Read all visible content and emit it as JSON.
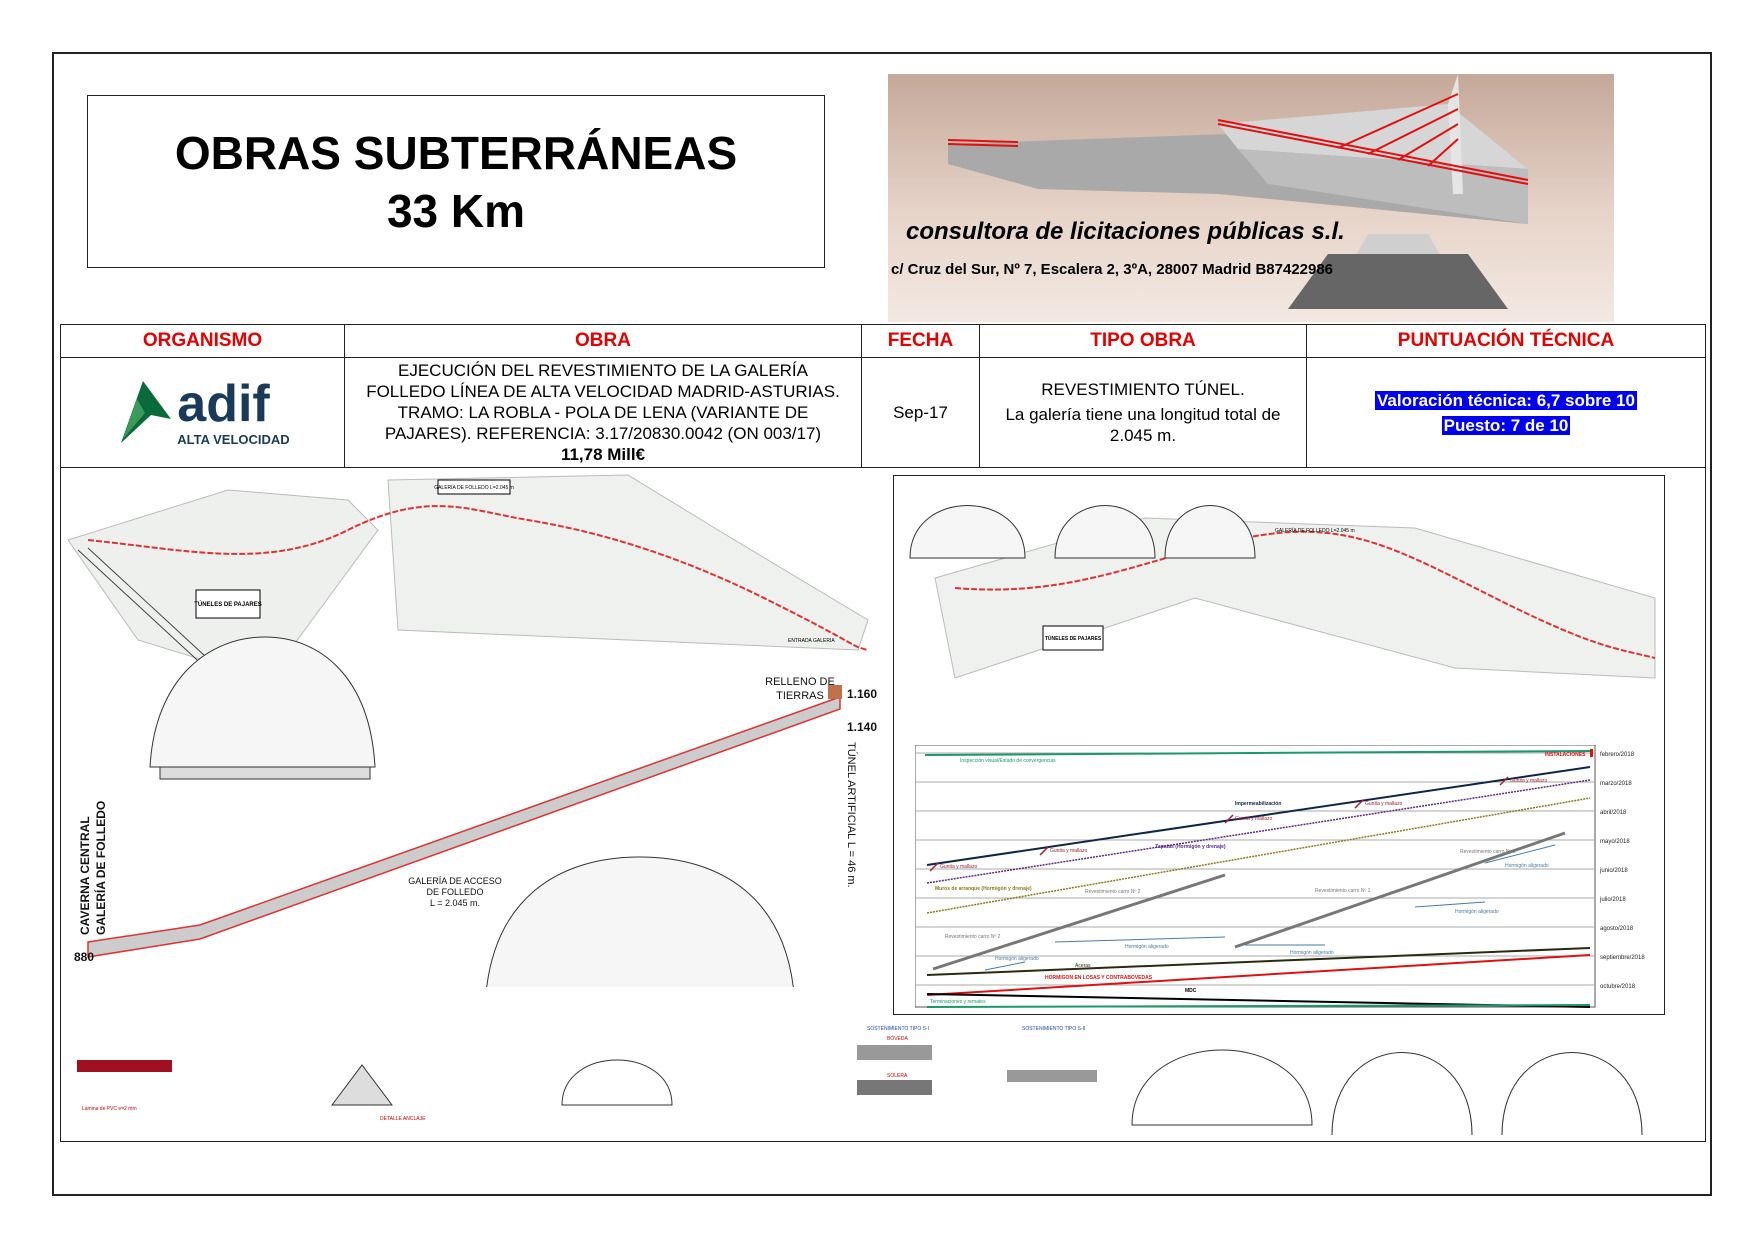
{
  "title": {
    "line1": "OBRAS SUBTERRÁNEAS",
    "line2": "33 Km"
  },
  "banner": {
    "company": "consultora de licitaciones públicas s.l.",
    "address": "c/ Cruz del Sur, Nº 7, Escalera 2, 3ºA, 28007 Madrid B87422986"
  },
  "table": {
    "headers": [
      "ORGANISMO",
      "OBRA",
      "FECHA",
      "TIPO OBRA",
      "PUNTUACIÓN TÉCNICA"
    ],
    "organismo": {
      "logo_text": "adif",
      "logo_sub": "ALTA VELOCIDAD"
    },
    "obra": {
      "text": "EJECUCIÓN DEL REVESTIMIENTO DE LA GALERÍA FOLLEDO LÍNEA DE ALTA VELOCIDAD MADRID-ASTURIAS. TRAMO: LA ROBLA - POLA DE LENA (VARIANTE DE PAJARES). REFERENCIA: 3.17/20830.0042 (ON 003/17)",
      "amount": "11,78 Mill€"
    },
    "fecha": "Sep-17",
    "tipo": {
      "line1": "REVESTIMIENTO TÚNEL.",
      "line2": "La galería tiene una longitud total de 2.045 m."
    },
    "puntuacion": {
      "valoracion": "Valoración técnica: 6,7 sobre 10",
      "puesto": "Puesto: 7 de 10"
    }
  },
  "drawings": {
    "map_left": {
      "tuneles": "TÚNELES DE PAJARES",
      "galeria": "GALERÍA DE FOLLEDO L=2.045 m",
      "entrada": "ENTRADA GALERIA"
    },
    "profile": {
      "relleno": "RELLENO DE TIERRAS",
      "elev_top": "1.160",
      "elev_mid": "1.140",
      "tunel_artificial": "TÚNEL ARTIFICIAL L = 46 m.",
      "caverna": "CAVERNA CENTRAL",
      "galeria_folledo": "GALERÍA DE FOLLEDO",
      "elev_bottom": "880",
      "acceso_l1": "GALERÍA DE ACCESO",
      "acceso_l2": "DE FOLLEDO",
      "acceso_l3": "L = 2.045 m."
    },
    "map_right": {
      "tuneles": "TÚNELES DE PAJARES",
      "galeria": "GALERÍA DE FOLLEDO L=2.045 m"
    },
    "schedule": {
      "months": [
        "febrero/2018",
        "marzo/2018",
        "abril/2018",
        "mayo/2018",
        "junio/2018",
        "julio/2018",
        "agosto/2018",
        "septiembre/2018",
        "octubre/2018"
      ],
      "tasks": {
        "inspeccion": "Inspección visual/Estado de convergencias",
        "instalaciones": "INSTALACIONES",
        "impermeabilizacion": "Impermeabilización",
        "zapatas": "Zapatas (Hormigón y drenaje)",
        "muros": "Muros de arranque (Hormigón y drenaje)",
        "gunita": "Gunita y mallazo",
        "carro2": "Revestimiento carro Nº 2",
        "carro1": "Revestimiento carro Nº 1",
        "aligerado": "Hormigón aligerado",
        "aceras": "Aceras",
        "losas": "HORMIGON EN LOSAS Y CONTRABOVEDAS",
        "mdc": "MDC",
        "terminaciones": "Terminaciones y remates"
      },
      "colors": {
        "green": "#1a9a6a",
        "navy": "#10244a",
        "purple": "#5a2a8a",
        "olive": "#8a7a20",
        "grey": "#777777",
        "blue": "#4a7aa0",
        "red": "#dd1111"
      }
    },
    "details": {
      "detalle_anclaje": "DETALLE ANCLAJE",
      "sostenimiento_1": "SOSTENIMIENTO TIPO S-I",
      "sostenimiento_2": "SOSTENIMIENTO TIPO S-II",
      "boveda": "BÓVEDA",
      "solera": "SOLERA",
      "lamina": "Lámina de PVC e=2 mm"
    }
  }
}
